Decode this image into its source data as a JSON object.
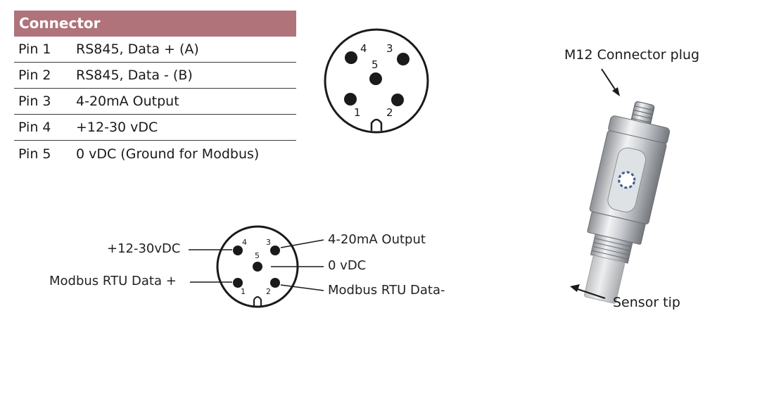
{
  "table": {
    "header": "Connector",
    "rows": [
      {
        "pin": "Pin 1",
        "desc": "RS845, Data + (A)"
      },
      {
        "pin": "Pin 2",
        "desc": "RS845, Data - (B)"
      },
      {
        "pin": "Pin 3",
        "desc": "4-20mA Output"
      },
      {
        "pin": "Pin 4",
        "desc": "+12-30 vDC"
      },
      {
        "pin": "Pin 5",
        "desc": "0 vDC (Ground for Modbus)"
      }
    ]
  },
  "top_diagram": {
    "pin_numbers": [
      "1",
      "2",
      "3",
      "4",
      "5"
    ]
  },
  "bottom_diagram": {
    "pin_numbers": [
      "1",
      "2",
      "3",
      "4",
      "5"
    ],
    "labels": {
      "pin4": "+12-30vDC",
      "pin1": "Modbus RTU Data +",
      "pin3": "4-20mA Output",
      "pin5": "0 vDC",
      "pin2": "Modbus RTU Data-"
    }
  },
  "product": {
    "connector_label": "M12 Connector plug",
    "tip_label": "Sensor tip"
  }
}
